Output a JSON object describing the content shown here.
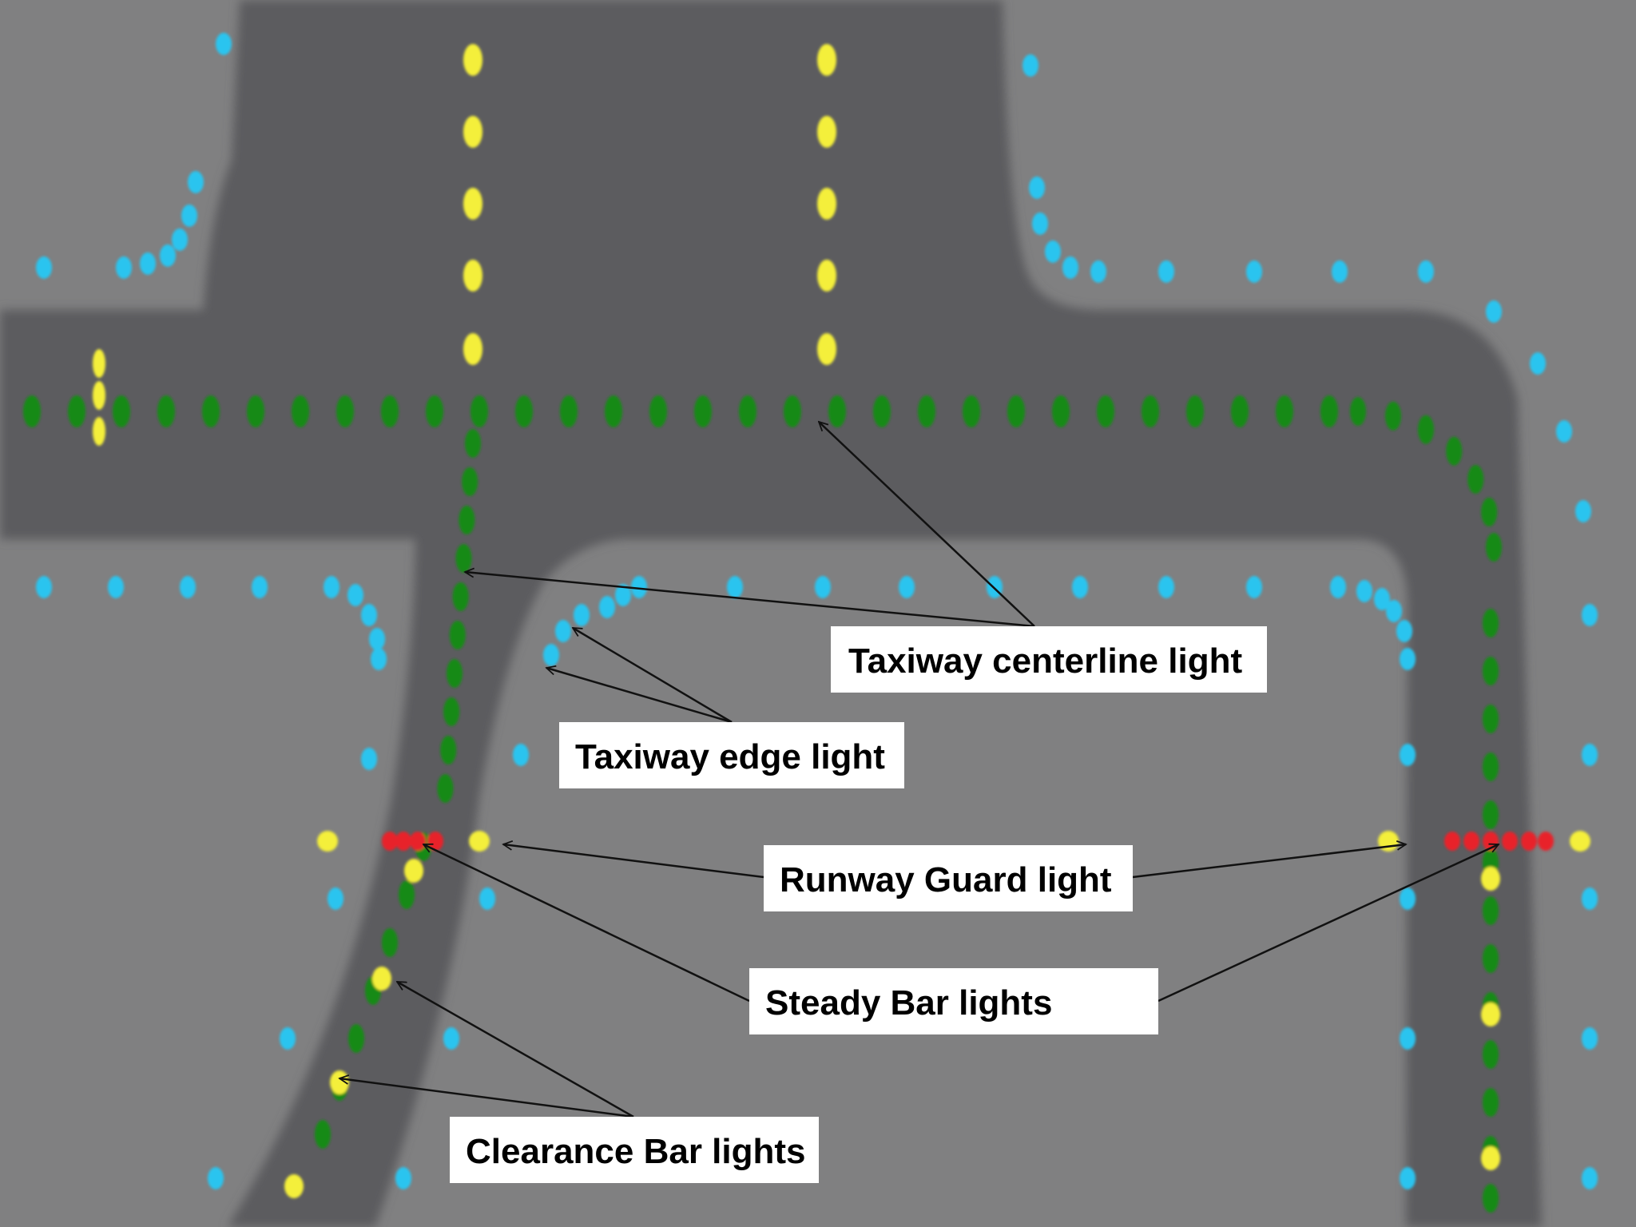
{
  "diagram": {
    "colors": {
      "background": "#808081",
      "pavement": "#5c5c5e",
      "edge_light": "#29c4ef",
      "centerline_light": "#148a14",
      "clearance_light": "#f4ef3a",
      "stop_bar_light": "#e8232a",
      "label_box": "#ffffff",
      "label_text": "#000000"
    },
    "labels": {
      "centerline": "Taxiway centerline light",
      "edge": "Taxiway edge light",
      "runway_guard": "Runway Guard light",
      "steady_bar": "Steady Bar lights",
      "clearance_bar": "Clearance Bar lights"
    }
  }
}
